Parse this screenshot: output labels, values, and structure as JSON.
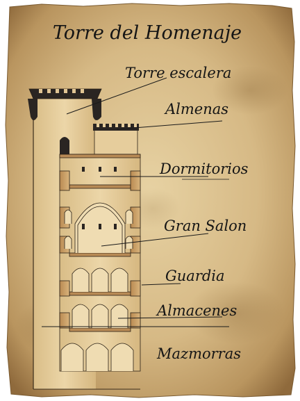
{
  "title": "Torre del Homenaje",
  "labels": [
    {
      "id": "torre-escalera",
      "text": "Torre escalera"
    },
    {
      "id": "almenas",
      "text": "Almenas"
    },
    {
      "id": "dormitorios",
      "text": "Dormitorios"
    },
    {
      "id": "gran-salon",
      "text": "Gran Salon"
    },
    {
      "id": "guardia",
      "text": "Guardia"
    },
    {
      "id": "almacenes",
      "text": "Almacenes"
    },
    {
      "id": "mazmorras",
      "text": "Mazmorras"
    }
  ],
  "colors": {
    "parchment": "#d9bf8c",
    "parchment_dark": "#a9834c",
    "ink": "#151515",
    "stone": "#e8cf9d",
    "wood": "#b88a55"
  }
}
